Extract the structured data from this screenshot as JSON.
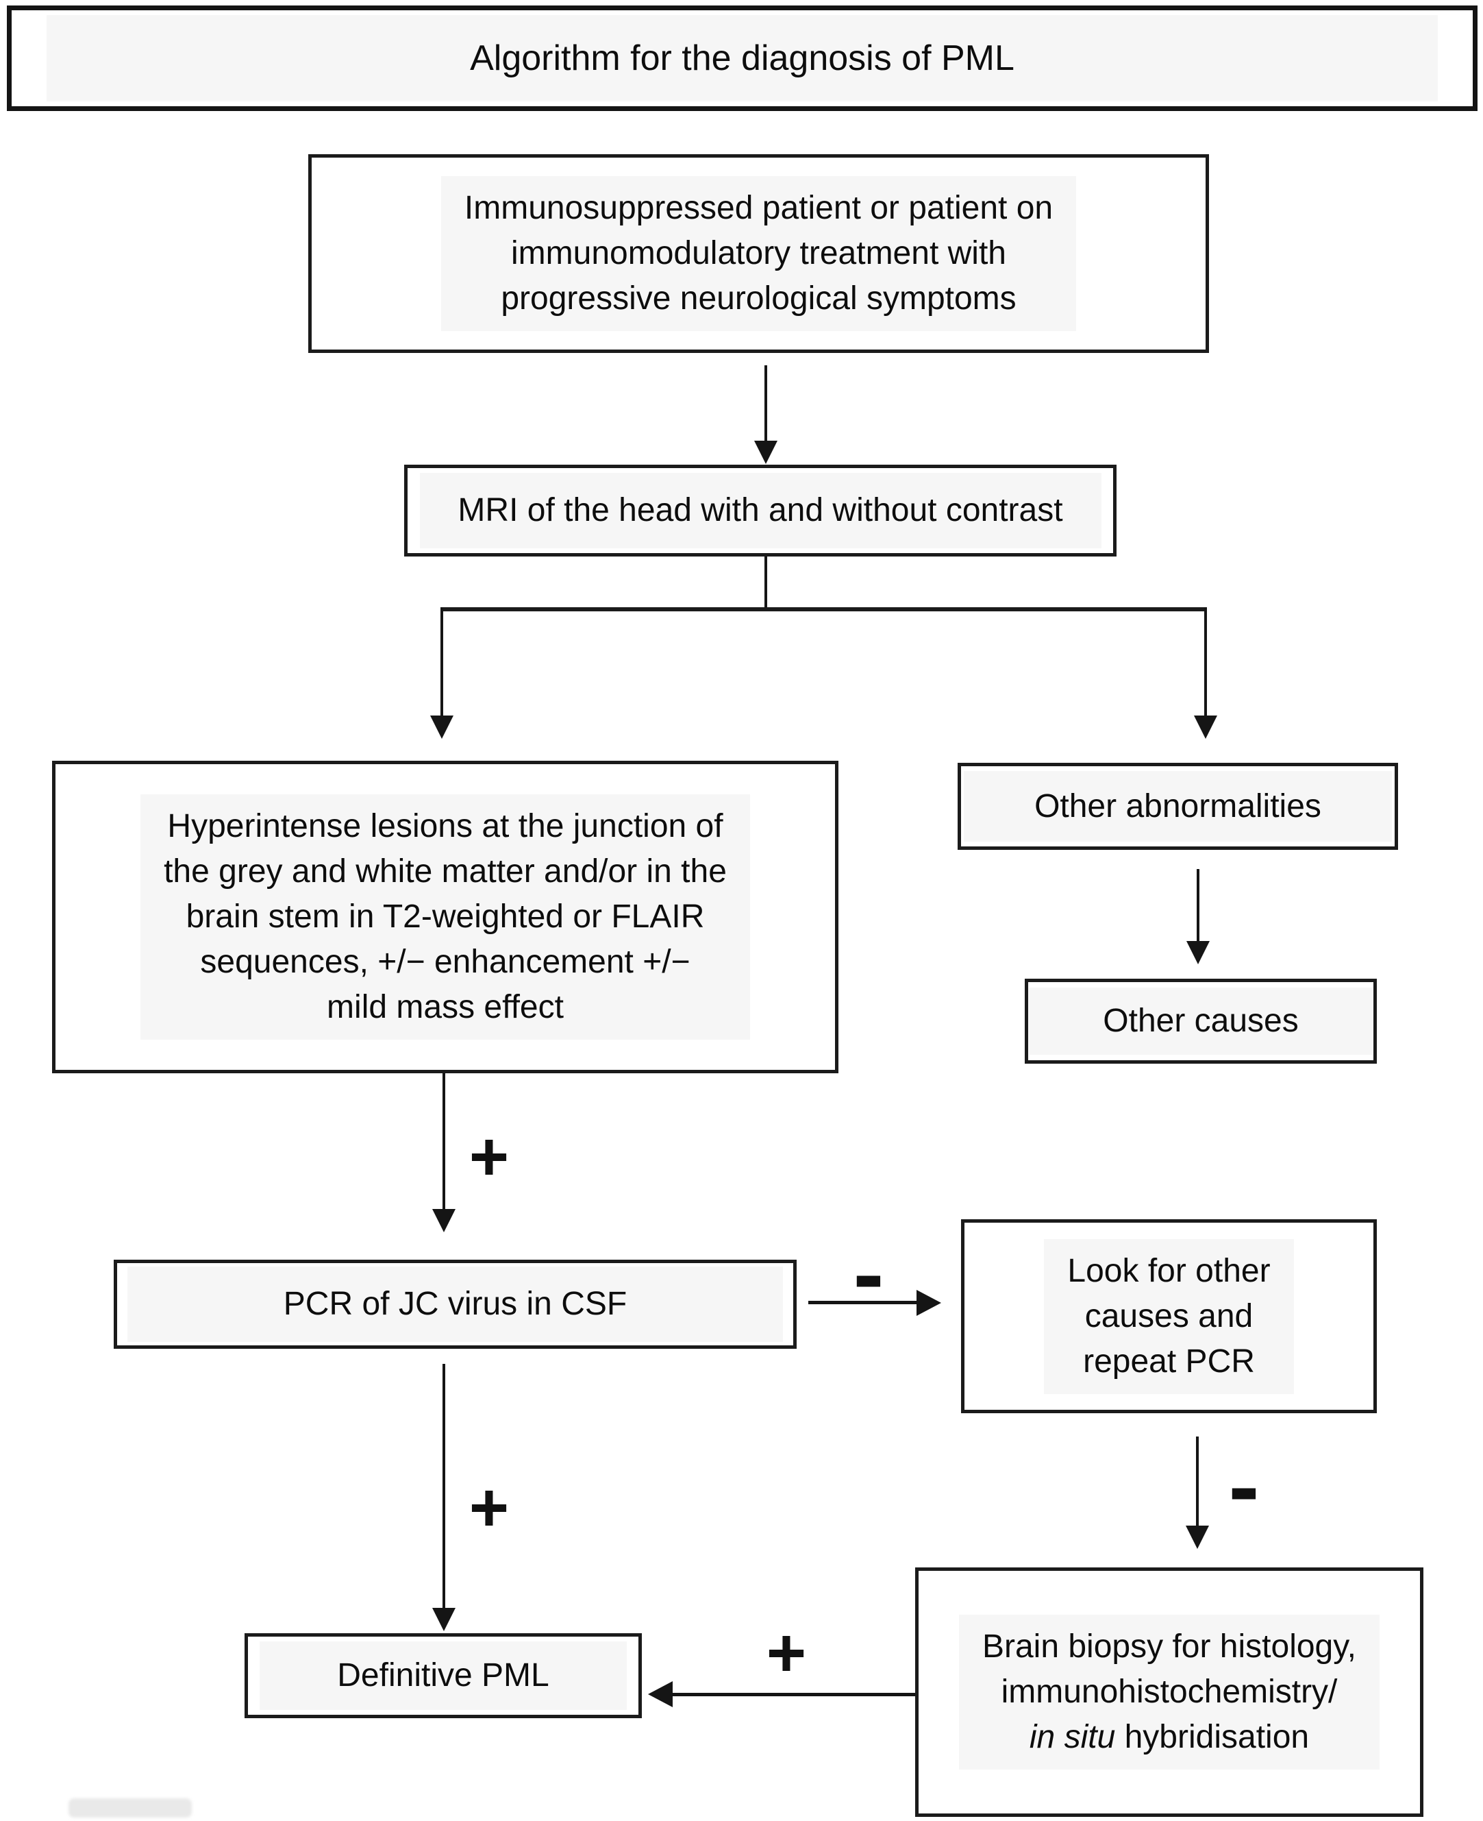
{
  "title": "Algorithm for the diagnosis of PML",
  "nodes": {
    "patient": {
      "lines": [
        "Immunosuppressed patient or patient on",
        "immunomodulatory treatment with",
        "progressive neurological symptoms"
      ]
    },
    "mri": {
      "label": "MRI of the head with and without contrast"
    },
    "lesions": {
      "lines": [
        "Hyperintense lesions at the junction of",
        "the grey and white matter and/or in the",
        "brain stem in T2-weighted or FLAIR",
        "sequences, +/− enhancement +/−",
        "mild mass effect"
      ]
    },
    "other_abnormalities": {
      "label": "Other abnormalities"
    },
    "other_causes": {
      "label": "Other causes"
    },
    "pcr": {
      "label": "PCR of JC virus in CSF"
    },
    "look_other": {
      "lines": [
        "Look for other",
        "causes and",
        "repeat PCR"
      ]
    },
    "definitive": {
      "label": "Definitive PML"
    },
    "biopsy": {
      "line1": "Brain biopsy for histology,",
      "line2": "immunohistochemistry/",
      "line3_italic": "in situ",
      "line3_rest": " hybridisation"
    }
  },
  "edge_labels": {
    "lesions_to_pcr": "+",
    "pcr_to_look": "-",
    "pcr_to_definitive": "+",
    "look_to_biopsy": "-",
    "biopsy_to_definitive": "+"
  },
  "colors": {
    "line": "#151515",
    "border": "#1b1b1b",
    "patch": "#f6f6f6",
    "background": "#ffffff"
  }
}
